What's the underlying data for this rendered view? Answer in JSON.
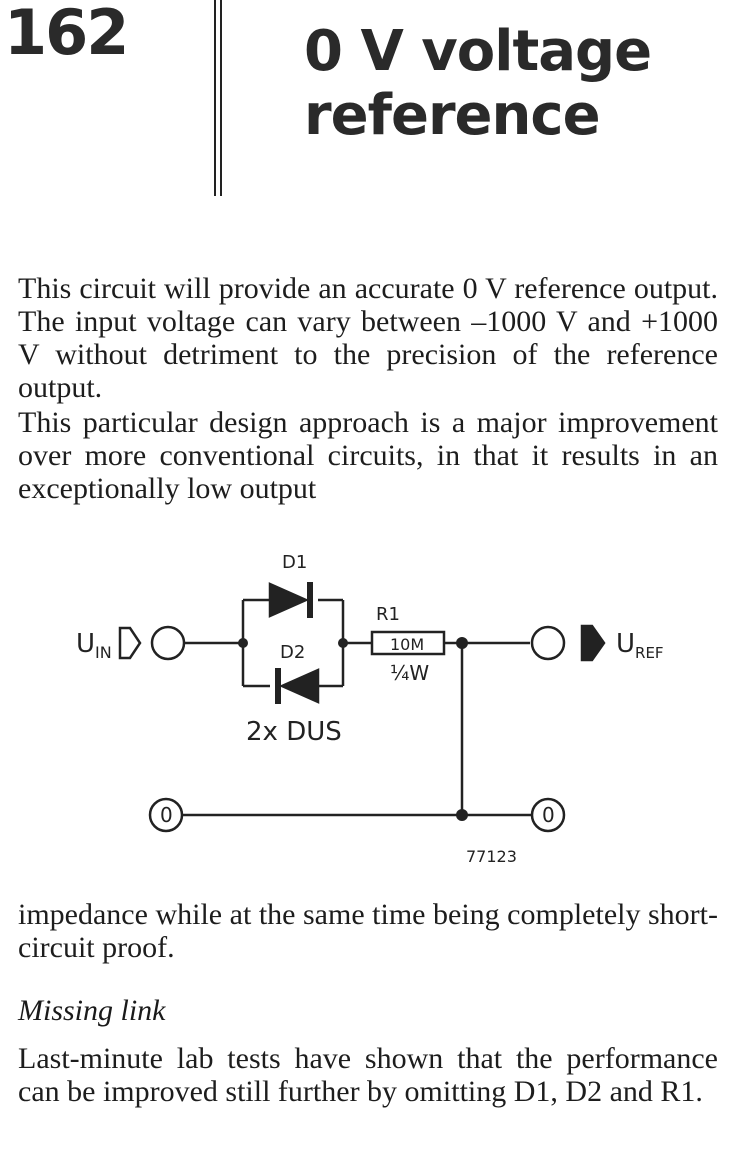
{
  "header": {
    "number": "162",
    "title_line1": "0 V voltage",
    "title_line2": "reference"
  },
  "paragraphs": {
    "p1": "This circuit will provide an accurate 0 V reference output. The input voltage can vary between –1000 V and +1000 V without detriment to the precision of the reference output.",
    "p2": "This particular design approach is a major improvement over more conventional circuits, in that it results in an exceptionally low output",
    "p3": "impedance while at the same time being completely short-circuit proof.",
    "heading": "Missing link",
    "p4": "Last-minute lab tests have shown that the performance can be improved still further by omitting D1, D2 and R1."
  },
  "circuit": {
    "d1": "D1",
    "d2": "D2",
    "r1": "R1",
    "r1_value": "10M",
    "r1_power": "¼W",
    "diodes_note": "2x DUS",
    "input_label": "U",
    "input_sub": "IN",
    "output_label": "U",
    "output_sub": "REF",
    "ground_left": "0",
    "ground_right": "0",
    "figure_number": "77123"
  }
}
